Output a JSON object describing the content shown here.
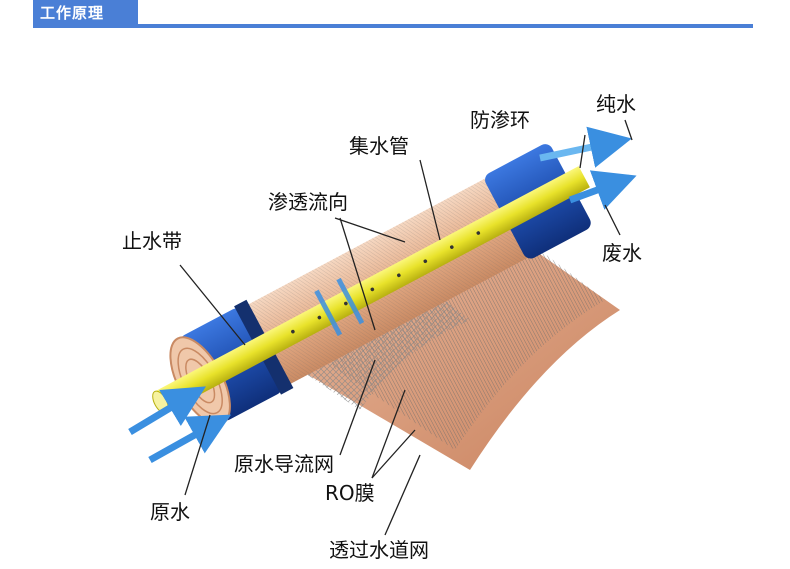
{
  "header": {
    "title": "工作原理",
    "accent": "#4a7fd6"
  },
  "labels": {
    "anti_seepage_ring": "防渗环",
    "pure_water": "纯水",
    "collection_tube": "集水管",
    "permeate_flow": "渗透流向",
    "water_seal": "止水带",
    "waste_water": "废水",
    "feed_spacer": "原水导流网",
    "ro_membrane": "RO膜",
    "raw_water": "原水",
    "permeate_spacer": "透过水道网"
  },
  "colors": {
    "housing_blue": "#1f4fb0",
    "tube_yellow": "#e8e22a",
    "membrane_copper": "#e0a27a",
    "arrow_blue": "#3a8fe0"
  }
}
